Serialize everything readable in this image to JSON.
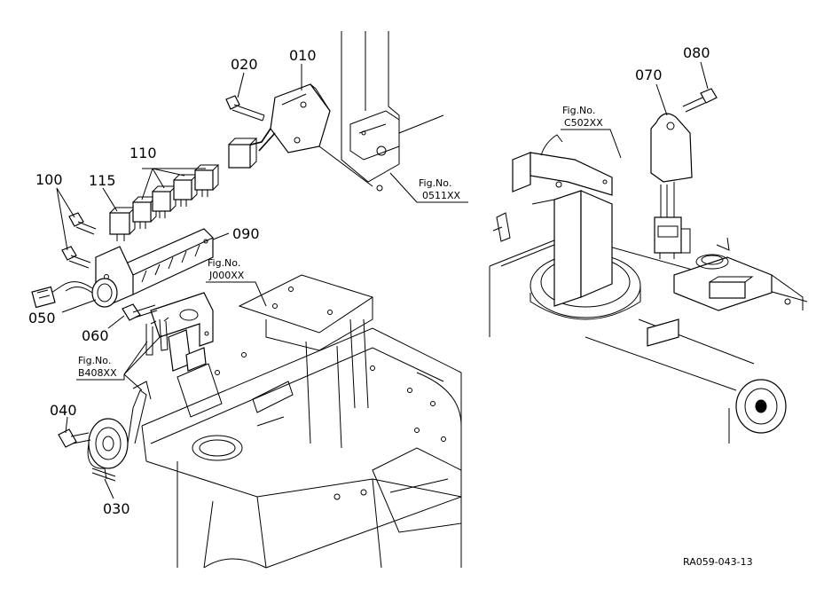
{
  "part_labels": [
    {
      "id": "p010",
      "text": "010"
    },
    {
      "id": "p020",
      "text": "020"
    },
    {
      "id": "p030",
      "text": "030"
    },
    {
      "id": "p040",
      "text": "040"
    },
    {
      "id": "p050",
      "text": "050"
    },
    {
      "id": "p060",
      "text": "060"
    },
    {
      "id": "p070",
      "text": "070"
    },
    {
      "id": "p080",
      "text": "080"
    },
    {
      "id": "p090",
      "text": "090"
    },
    {
      "id": "p100",
      "text": "100"
    },
    {
      "id": "p110",
      "text": "110"
    },
    {
      "id": "p115",
      "text": "115"
    }
  ],
  "figure_refs": [
    {
      "id": "r0511",
      "line1": "Fig.No.",
      "line2": "0511XX"
    },
    {
      "id": "rC502",
      "line1": "Fig.No.",
      "line2": "C502XX"
    },
    {
      "id": "rJ000",
      "line1": "Fig.No.",
      "line2": "J000XX"
    },
    {
      "id": "rB408",
      "line1": "Fig.No.",
      "line2": "B408XX"
    }
  ],
  "drawing_code": "RA059-043-13"
}
